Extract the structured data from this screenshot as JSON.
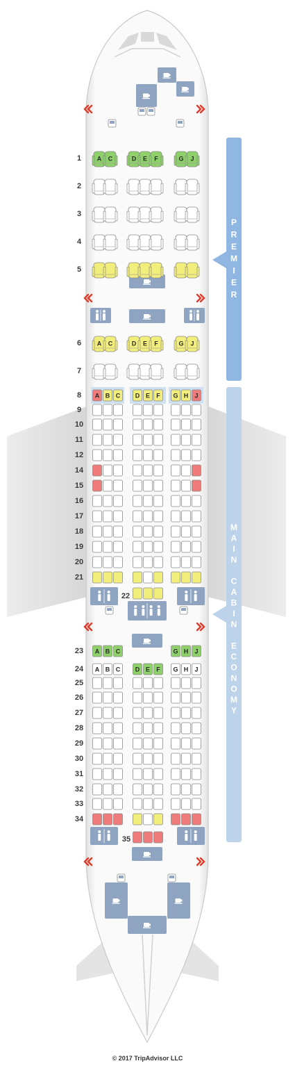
{
  "colors": {
    "standard": "#ffffff",
    "preferred": "#f2ee7c",
    "good": "#8ed06a",
    "bad": "#ef7b7b",
    "facility": "#8ea4c1",
    "premier_band": "#8fb7e2",
    "economy_band": "#bcd3ea",
    "exit": "#dd3b2a"
  },
  "cabins": [
    {
      "name": "PREMIER",
      "letters": [
        "P",
        "R",
        "E",
        "M",
        "I",
        "E",
        "R"
      ]
    },
    {
      "name": "MAIN CABIN ECONOMY",
      "letters": [
        "M",
        "A",
        "I",
        "N",
        "",
        "C",
        "A",
        "B",
        "I",
        "N",
        "",
        "E",
        "C",
        "O",
        "N",
        "O",
        "M",
        "Y"
      ]
    }
  ],
  "premier_rows": [
    {
      "row": "1",
      "seats": [
        "A:g",
        "C:g",
        "D:g",
        "E:g",
        "F:g",
        "G:g",
        "J:g"
      ]
    },
    {
      "row": "2",
      "seats": [
        "A:w",
        "C:w",
        "D:w",
        "E:w",
        "F:w",
        "G:w",
        "J:w"
      ]
    },
    {
      "row": "3",
      "seats": [
        "A:w",
        "C:w",
        "D:w",
        "E:w",
        "F:w",
        "G:w",
        "J:w"
      ]
    },
    {
      "row": "4",
      "seats": [
        "A:w",
        "C:w",
        "D:w",
        "E:w",
        "F:w",
        "G:w",
        "J:w"
      ]
    },
    {
      "row": "5",
      "seats": [
        "A:y",
        "C:y",
        "D:y",
        "E:y",
        "F:y",
        "G:y",
        "J:y"
      ]
    },
    {
      "row": "6",
      "seats": [
        "A:y",
        "C:y",
        "D:y",
        "E:y",
        "F:y",
        "G:y",
        "J:y"
      ]
    },
    {
      "row": "7",
      "seats": [
        "A:w",
        "C:w",
        "D:w",
        "E:w",
        "F:w",
        "G:w",
        "J:w"
      ]
    }
  ],
  "economy_rows": [
    {
      "row": "8",
      "seats": [
        "A:r",
        "B:y",
        "C:y",
        "D:y",
        "E:y",
        "F:y",
        "G:y",
        "H:y",
        "J:r"
      ]
    },
    {
      "row": "9",
      "seats": [
        "A:w",
        "B:w",
        "C:w",
        "D:w",
        "E:w",
        "F:w",
        "G:w",
        "H:w",
        "J:w"
      ]
    },
    {
      "row": "10",
      "seats": [
        "A:w",
        "B:w",
        "C:w",
        "D:w",
        "E:w",
        "F:w",
        "G:w",
        "H:w",
        "J:w"
      ]
    },
    {
      "row": "11",
      "seats": [
        "A:w",
        "B:w",
        "C:w",
        "D:w",
        "E:w",
        "F:w",
        "G:w",
        "H:w",
        "J:w"
      ]
    },
    {
      "row": "12",
      "seats": [
        "A:w",
        "B:w",
        "C:w",
        "D:w",
        "E:w",
        "F:w",
        "G:w",
        "H:w",
        "J:w"
      ]
    },
    {
      "row": "14",
      "seats": [
        "A:r",
        "B:w",
        "C:w",
        "D:w",
        "E:w",
        "F:w",
        "G:w",
        "H:w",
        "J:r"
      ]
    },
    {
      "row": "15",
      "seats": [
        "A:r",
        "B:w",
        "C:w",
        "D:w",
        "E:w",
        "F:w",
        "G:w",
        "H:w",
        "J:r"
      ]
    },
    {
      "row": "16",
      "seats": [
        "A:w",
        "B:w",
        "C:w",
        "D:w",
        "E:w",
        "F:w",
        "G:w",
        "H:w",
        "J:w"
      ]
    },
    {
      "row": "17",
      "seats": [
        "A:w",
        "B:w",
        "C:w",
        "D:w",
        "E:w",
        "F:w",
        "G:w",
        "H:w",
        "J:w"
      ]
    },
    {
      "row": "18",
      "seats": [
        "A:w",
        "B:w",
        "C:w",
        "D:w",
        "E:w",
        "F:w",
        "G:w",
        "H:w",
        "J:w"
      ]
    },
    {
      "row": "19",
      "seats": [
        "A:w",
        "B:w",
        "C:w",
        "D:w",
        "E:w",
        "F:w",
        "G:w",
        "H:w",
        "J:w"
      ]
    },
    {
      "row": "20",
      "seats": [
        "A:w",
        "B:w",
        "C:w",
        "D:w",
        "E:w",
        "F:w",
        "G:w",
        "H:w",
        "J:w"
      ]
    },
    {
      "row": "21",
      "seats": [
        "A:y",
        "B:y",
        "C:y",
        "D:y",
        "E:w",
        "F:y",
        "G:y",
        "H:y",
        "J:y"
      ]
    },
    {
      "row": "22",
      "seats": [
        "D:y",
        "E:y",
        "F:y"
      ]
    },
    {
      "row": "23",
      "seats": [
        "A:g",
        "B:g",
        "C:g",
        "G:g",
        "H:g",
        "J:g"
      ]
    },
    {
      "row": "24",
      "seats": [
        "A:w",
        "B:w",
        "C:w",
        "D:g",
        "E:g",
        "F:g",
        "G:w",
        "H:w",
        "J:w"
      ]
    },
    {
      "row": "25",
      "seats": [
        "A:w",
        "B:w",
        "C:w",
        "D:w",
        "E:w",
        "F:w",
        "G:w",
        "H:w",
        "J:w"
      ]
    },
    {
      "row": "26",
      "seats": [
        "A:w",
        "B:w",
        "C:w",
        "D:w",
        "E:w",
        "F:w",
        "G:w",
        "H:w",
        "J:w"
      ]
    },
    {
      "row": "27",
      "seats": [
        "A:w",
        "B:w",
        "C:w",
        "D:w",
        "E:w",
        "F:w",
        "G:w",
        "H:w",
        "J:w"
      ]
    },
    {
      "row": "28",
      "seats": [
        "A:w",
        "B:w",
        "C:w",
        "D:w",
        "E:w",
        "F:w",
        "G:w",
        "H:w",
        "J:w"
      ]
    },
    {
      "row": "29",
      "seats": [
        "A:w",
        "B:w",
        "C:w",
        "D:w",
        "E:w",
        "F:w",
        "G:w",
        "H:w",
        "J:w"
      ]
    },
    {
      "row": "30",
      "seats": [
        "A:w",
        "B:w",
        "C:w",
        "D:w",
        "E:w",
        "F:w",
        "G:w",
        "H:w",
        "J:w"
      ]
    },
    {
      "row": "31",
      "seats": [
        "A:w",
        "B:w",
        "C:w",
        "D:w",
        "E:w",
        "F:w",
        "G:w",
        "H:w",
        "J:w"
      ]
    },
    {
      "row": "32",
      "seats": [
        "A:w",
        "B:w",
        "C:w",
        "D:w",
        "E:w",
        "F:w",
        "G:w",
        "H:w",
        "J:w"
      ]
    },
    {
      "row": "33",
      "seats": [
        "A:w",
        "B:w",
        "C:w",
        "D:w",
        "E:w",
        "F:w",
        "G:w",
        "H:w",
        "J:w"
      ]
    },
    {
      "row": "34",
      "seats": [
        "A:r",
        "B:r",
        "C:r",
        "D:y",
        "E:w",
        "F:y",
        "G:r",
        "H:r",
        "J:r"
      ]
    },
    {
      "row": "35",
      "seats": [
        "D:r",
        "E:r",
        "F:r"
      ]
    }
  ],
  "footer": {
    "copyright": "© 2017 TripAdvisor LLC"
  }
}
